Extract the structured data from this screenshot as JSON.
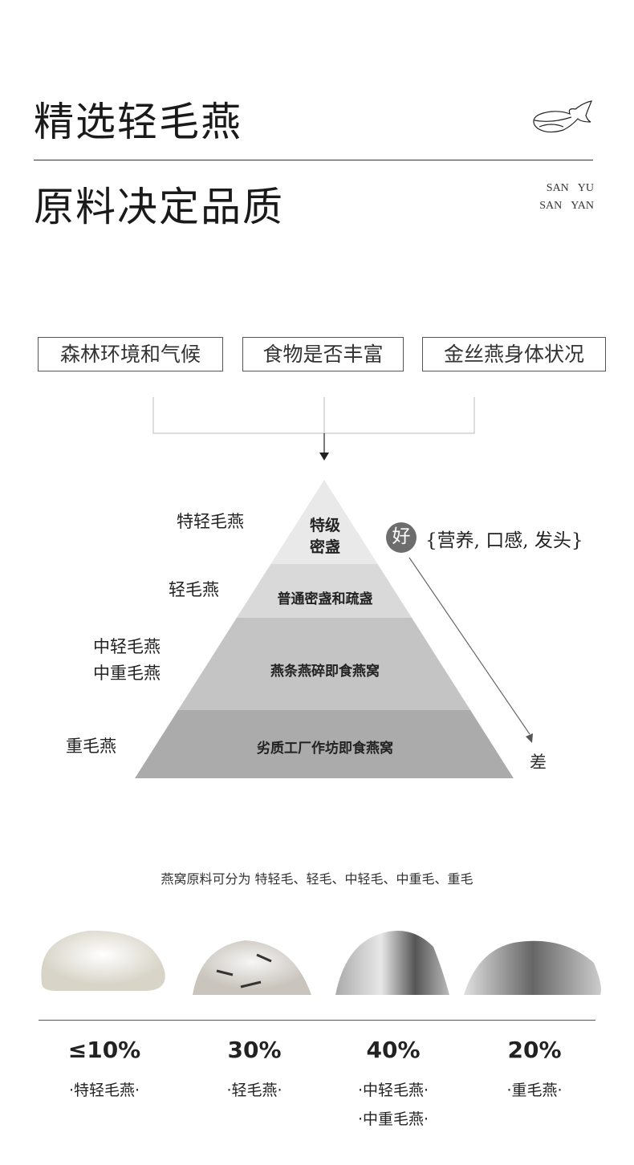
{
  "header": {
    "title_line1": "精选轻毛燕",
    "title_line2": "原料决定品质",
    "brand_line1": "SAN YU",
    "brand_line2": "SAN YAN",
    "logo_icon": "bird-nest-logo"
  },
  "factors": [
    "森林环境和气候",
    "食物是否丰富",
    "金丝燕身体状况"
  ],
  "pyramid": {
    "levels": [
      {
        "left_label": "特轻毛燕",
        "inner": "特级\n密盏",
        "color": "#e9e9e9"
      },
      {
        "left_label": "轻毛燕",
        "inner": "普通密盏和疏盏",
        "color": "#d9d9d9"
      },
      {
        "left_label": "中轻毛燕\n中重毛燕",
        "inner": "燕条燕碎即食燕窝",
        "color": "#c4c4c4"
      },
      {
        "left_label": "重毛燕",
        "inner": "劣质工厂作坊即食燕窝",
        "color": "#ababab"
      }
    ],
    "good_badge": "好",
    "good_attrs": "{营养, 口感, 发头}",
    "bad_label": "差"
  },
  "caption": "燕窝原料可分为 特轻毛、轻毛、中轻毛、中重毛、重毛",
  "grades": [
    {
      "percent": "≤10%",
      "names": [
        "·特轻毛燕·"
      ]
    },
    {
      "percent": "30%",
      "names": [
        "·轻毛燕·"
      ]
    },
    {
      "percent": "40%",
      "names": [
        "·中轻毛燕·",
        "·中重毛燕·"
      ]
    },
    {
      "percent": "20%",
      "names": [
        "·重毛燕·"
      ]
    }
  ]
}
